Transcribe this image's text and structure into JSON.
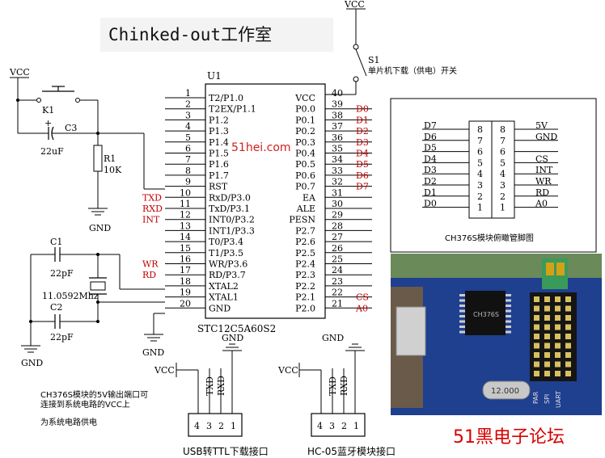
{
  "title": "Chinked-out工作室",
  "watermark": "51hei.com",
  "forum_label": "51黑电子论坛",
  "chip": {
    "ref": "U1",
    "part": "STC12C5A60S2"
  },
  "pins_left": [
    {
      "n": "1",
      "label": "T2/P1.0",
      "net": ""
    },
    {
      "n": "2",
      "label": "T2EX/P1.1",
      "net": ""
    },
    {
      "n": "3",
      "label": "P1.2",
      "net": ""
    },
    {
      "n": "4",
      "label": "P1.3",
      "net": ""
    },
    {
      "n": "5",
      "label": "P1.4",
      "net": ""
    },
    {
      "n": "6",
      "label": "P1.5",
      "net": ""
    },
    {
      "n": "7",
      "label": "P1.6",
      "net": ""
    },
    {
      "n": "8",
      "label": "P1.7",
      "net": ""
    },
    {
      "n": "9",
      "label": "RST",
      "net": ""
    },
    {
      "n": "10",
      "label": "RxD/P3.0",
      "net": "TXD"
    },
    {
      "n": "11",
      "label": "TxD/P3.1",
      "net": "RXD"
    },
    {
      "n": "12",
      "label": "INT0/P3.2",
      "net": "INT"
    },
    {
      "n": "13",
      "label": "INT1/P3.3",
      "net": ""
    },
    {
      "n": "14",
      "label": "T0/P3.4",
      "net": ""
    },
    {
      "n": "15",
      "label": "T1/P3.5",
      "net": ""
    },
    {
      "n": "16",
      "label": "WR/P3.6",
      "net": "WR"
    },
    {
      "n": "17",
      "label": "RD/P3.7",
      "net": "RD"
    },
    {
      "n": "18",
      "label": "XTAL2",
      "net": ""
    },
    {
      "n": "19",
      "label": "XTAL1",
      "net": ""
    },
    {
      "n": "20",
      "label": "GND",
      "net": ""
    }
  ],
  "pins_right": [
    {
      "n": "40",
      "label": "VCC",
      "net": ""
    },
    {
      "n": "39",
      "label": "P0.0",
      "net": "D0"
    },
    {
      "n": "38",
      "label": "P0.1",
      "net": "D1"
    },
    {
      "n": "37",
      "label": "P0.2",
      "net": "D2"
    },
    {
      "n": "36",
      "label": "P0.3",
      "net": "D3"
    },
    {
      "n": "35",
      "label": "P0.4",
      "net": "D4"
    },
    {
      "n": "34",
      "label": "P0.5",
      "net": "D5"
    },
    {
      "n": "33",
      "label": "P0.6",
      "net": "D6"
    },
    {
      "n": "32",
      "label": "P0.7",
      "net": "D7"
    },
    {
      "n": "31",
      "label": "EA",
      "net": ""
    },
    {
      "n": "30",
      "label": "ALE",
      "net": ""
    },
    {
      "n": "29",
      "label": "PESN",
      "net": ""
    },
    {
      "n": "28",
      "label": "P2.7",
      "net": ""
    },
    {
      "n": "27",
      "label": "P2.6",
      "net": ""
    },
    {
      "n": "26",
      "label": "P2.5",
      "net": ""
    },
    {
      "n": "25",
      "label": "P2.4",
      "net": ""
    },
    {
      "n": "24",
      "label": "P2.3",
      "net": ""
    },
    {
      "n": "23",
      "label": "P2.2",
      "net": ""
    },
    {
      "n": "22",
      "label": "P2.1",
      "net": "CS"
    },
    {
      "n": "21",
      "label": "P2.0",
      "net": "A0"
    }
  ],
  "vcc_top": "VCC",
  "switch": {
    "ref": "S1",
    "label": "单片机下载（供电）开关"
  },
  "reset": {
    "vcc": "VCC",
    "k": "K1",
    "cap": "C3",
    "cap_val": "22uF",
    "res": "R1",
    "res_val": "10K",
    "gnd": "GND"
  },
  "crystal": {
    "c1": "C1",
    "c1_val": "22pF",
    "c2": "C2",
    "c2_val": "22pF",
    "freq": "11.0592Mhz",
    "gnd": "GND"
  },
  "gnd_labels": {
    "chip": "GND",
    "usb": "GND",
    "hc05": "GND"
  },
  "usb": {
    "vcc": "VCC",
    "nets": [
      "TXD",
      "RXD"
    ],
    "pins": [
      "4",
      "3",
      "2",
      "1"
    ],
    "label": "USB转TTL下载接口"
  },
  "hc05": {
    "vcc": "VCC",
    "nets": [
      "TXD",
      "RXD"
    ],
    "pins": [
      "4",
      "3",
      "2",
      "1"
    ],
    "label": "HC-05蓝牙模块接口"
  },
  "note": {
    "line1": "CH376S模块的5V输出端口可",
    "line2": "连接到系统电路的VCC上",
    "line3": "为系统电路供电"
  },
  "ch376": {
    "caption": "CH376S模块俯瞰管脚图",
    "left_nets": [
      "D7",
      "D6",
      "D5",
      "D4",
      "D3",
      "D2",
      "D1",
      "D0"
    ],
    "left_nums": [
      "8",
      "7",
      "6",
      "5",
      "4",
      "3",
      "2",
      "1"
    ],
    "right_nums": [
      "8",
      "7",
      "6",
      "5",
      "4",
      "3",
      "2",
      "1"
    ],
    "right_nets": [
      "5V",
      "GND",
      "",
      "CS",
      "INT",
      "WR",
      "RD",
      "A0"
    ]
  },
  "pcb_photo": {
    "chip_label": "CH376S",
    "silk": [
      "PAR",
      "SPI",
      "UART"
    ],
    "crystal": "12.000"
  }
}
